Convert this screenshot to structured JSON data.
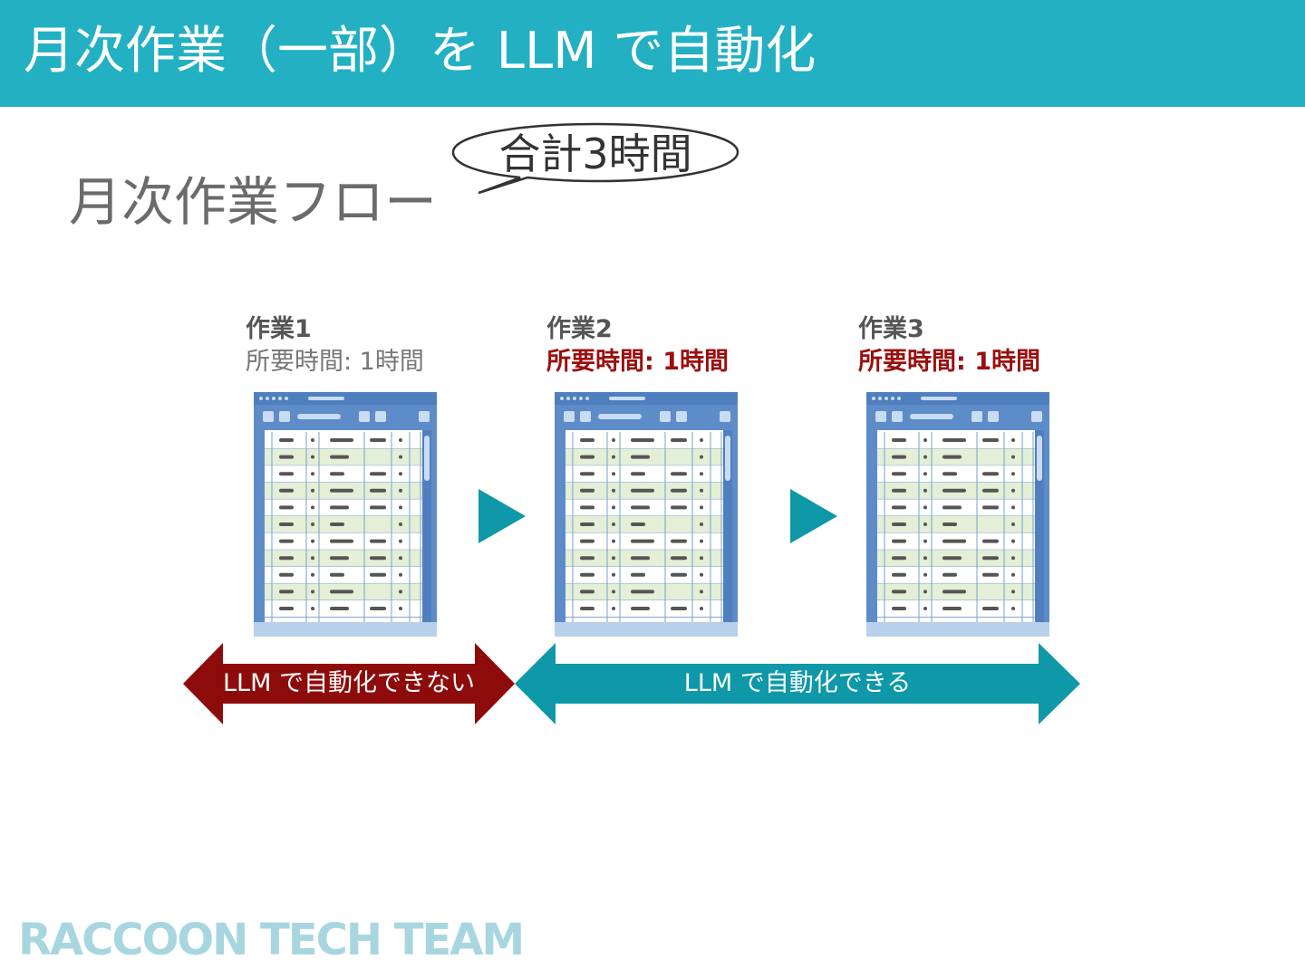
{
  "header": {
    "title": "月次作業（一部）を LLM で自動化"
  },
  "subtitle": "月次作業フロー",
  "callout": "合計3時間",
  "tasks": [
    {
      "name": "作業1",
      "time": "所要時間: 1時間",
      "emphasis": false
    },
    {
      "name": "作業2",
      "time": "所要時間: 1時間",
      "emphasis": true
    },
    {
      "name": "作業3",
      "time": "所要時間: 1時間",
      "emphasis": true
    }
  ],
  "arrows": {
    "manual": {
      "label": "LLM で自動化できない",
      "color": "#8e0b0b"
    },
    "auto": {
      "label": "LLM で自動化できる",
      "color": "#0e98a8"
    }
  },
  "colors": {
    "header": "#22b0c2",
    "play": "#0e98a8",
    "emphasis_text": "#9b0f0f"
  },
  "icons": {
    "sheet": "spreadsheet-window-icon",
    "play": "play-triangle-icon"
  },
  "footer": {
    "logo": "RACCOON TECH TEAM"
  }
}
